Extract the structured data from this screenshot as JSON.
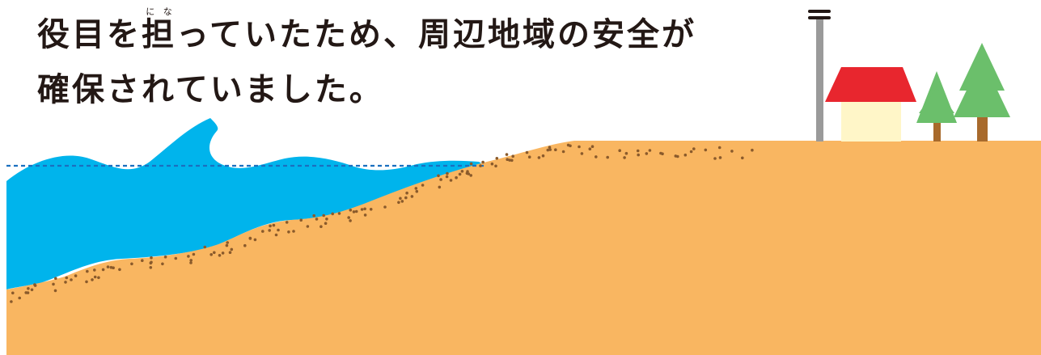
{
  "caption": {
    "line1_before": "役目を",
    "ruby_base": "担",
    "ruby_reading": "にな",
    "line1_after": "っていたため、周辺地域の安全が",
    "line2": "確保されていました。"
  },
  "colors": {
    "sea": "#00b4ec",
    "sand": "#f9b661",
    "dots": "#8a5a2b",
    "water_line": "#1b6fbf",
    "roof": "#e8262e",
    "house_wall": "#fff6c8",
    "tree_foliage": "#6bbf6b",
    "tree_trunk": "#a86a2c",
    "pole": "#9a9a9a",
    "pole_bars": "#231815"
  },
  "icons": {
    "wave": "wave-icon",
    "house": "house-icon",
    "tree": "tree-icon",
    "pole": "utility-pole-icon"
  }
}
